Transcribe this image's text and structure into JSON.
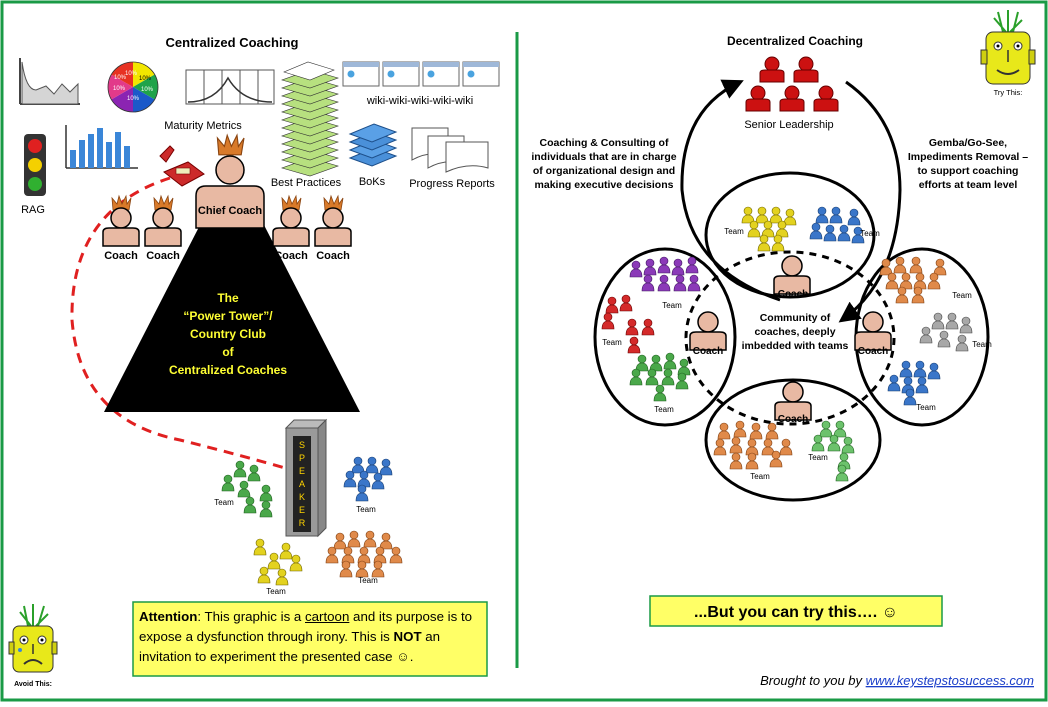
{
  "left": {
    "title": "Centralized Coaching",
    "rag_label": "RAG",
    "maturity_label": "Maturity Metrics",
    "pie_labels": [
      "10%",
      "10%",
      "10%",
      "10%",
      "10%",
      "10%"
    ],
    "best_practices_label": "Best Practices",
    "wiki_label": "wiki-wiki-wiki-wiki-wiki",
    "boks_label": "BoKs",
    "progress_label": "Progress Reports",
    "chief_coach_label": "Chief Coach",
    "coach_label": "Coach",
    "tower_lines": [
      "The",
      "“Power Tower”/",
      "Country Club",
      "of",
      "Centralized Coaches"
    ],
    "speaker_letters": [
      "S",
      "P",
      "E",
      "A",
      "K",
      "E",
      "R"
    ],
    "team_label": "Team",
    "avoid_label": "Avoid This:",
    "attention": {
      "bold": "Attention",
      "p1": ": This graphic is a ",
      "underline": "cartoon",
      "p2": " and its purpose is to expose a dysfunction through irony.  This is ",
      "not": "NOT",
      "p3": " an invitation to experiment the presented case ☺."
    }
  },
  "right": {
    "title": "Decentralized Coaching",
    "try_label": "Try This:",
    "senior_label": "Senior Leadership",
    "left_note": [
      "Coaching & Consulting of",
      "individuals that are in charge",
      "of organizational design and",
      "making executive decisions"
    ],
    "right_note": [
      "Gemba/Go-See,",
      "Impediments Removal –",
      "to support coaching",
      "efforts at team level"
    ],
    "community_note": [
      "Community of",
      "coaches, deeply",
      "imbedded with teams"
    ],
    "coach_label": "Coach",
    "team_label": "Team",
    "try_banner": "...But you can try this…. ☺",
    "brought_prefix": "Brought to you by ",
    "brought_link": "www.keystepstosuccess.com"
  },
  "colors": {
    "border": "#1a9a46",
    "banner_bg": "#ffff66",
    "tower_text": "#ffff33",
    "senior_red": "#cc1111",
    "coach_skin": "#e8b9a3",
    "crown": "#d87a2a"
  }
}
